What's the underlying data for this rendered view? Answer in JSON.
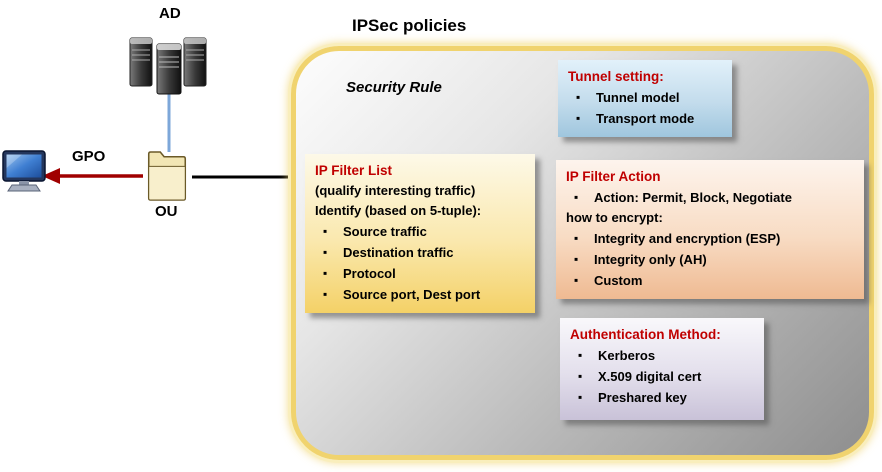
{
  "title": "IPSec policies",
  "left": {
    "ad_label": "AD",
    "gpo_label": "GPO",
    "ou_label": "OU"
  },
  "container": {
    "security_rule_label": "Security Rule"
  },
  "boxes": {
    "tunnel": {
      "header": "Tunnel setting:",
      "items": [
        "Tunnel model",
        "Transport  mode"
      ]
    },
    "filter_list": {
      "header": "IP Filter List",
      "subtitle1": "(qualify interesting traffic)",
      "subtitle2": "Identify (based on 5-tuple):",
      "items": [
        "Source traffic",
        "Destination traffic",
        "Protocol",
        "Source port, Dest port"
      ]
    },
    "filter_action": {
      "header": "IP Filter Action",
      "action_item": "Action: Permit, Block, Negotiate",
      "subtitle": "how to encrypt:",
      "items": [
        "Integrity and encryption (ESP)",
        "Integrity only (AH)",
        "Custom"
      ]
    },
    "auth": {
      "header": "Authentication Method:",
      "items": [
        "Kerberos",
        "X.509 digital cert",
        "Preshared key"
      ]
    }
  },
  "colors": {
    "header_red": "#C00000",
    "border_gold": "#F0D36E",
    "arrow_red": "#A00000",
    "link_blue": "#7DA7D9",
    "link_black": "#000000"
  }
}
